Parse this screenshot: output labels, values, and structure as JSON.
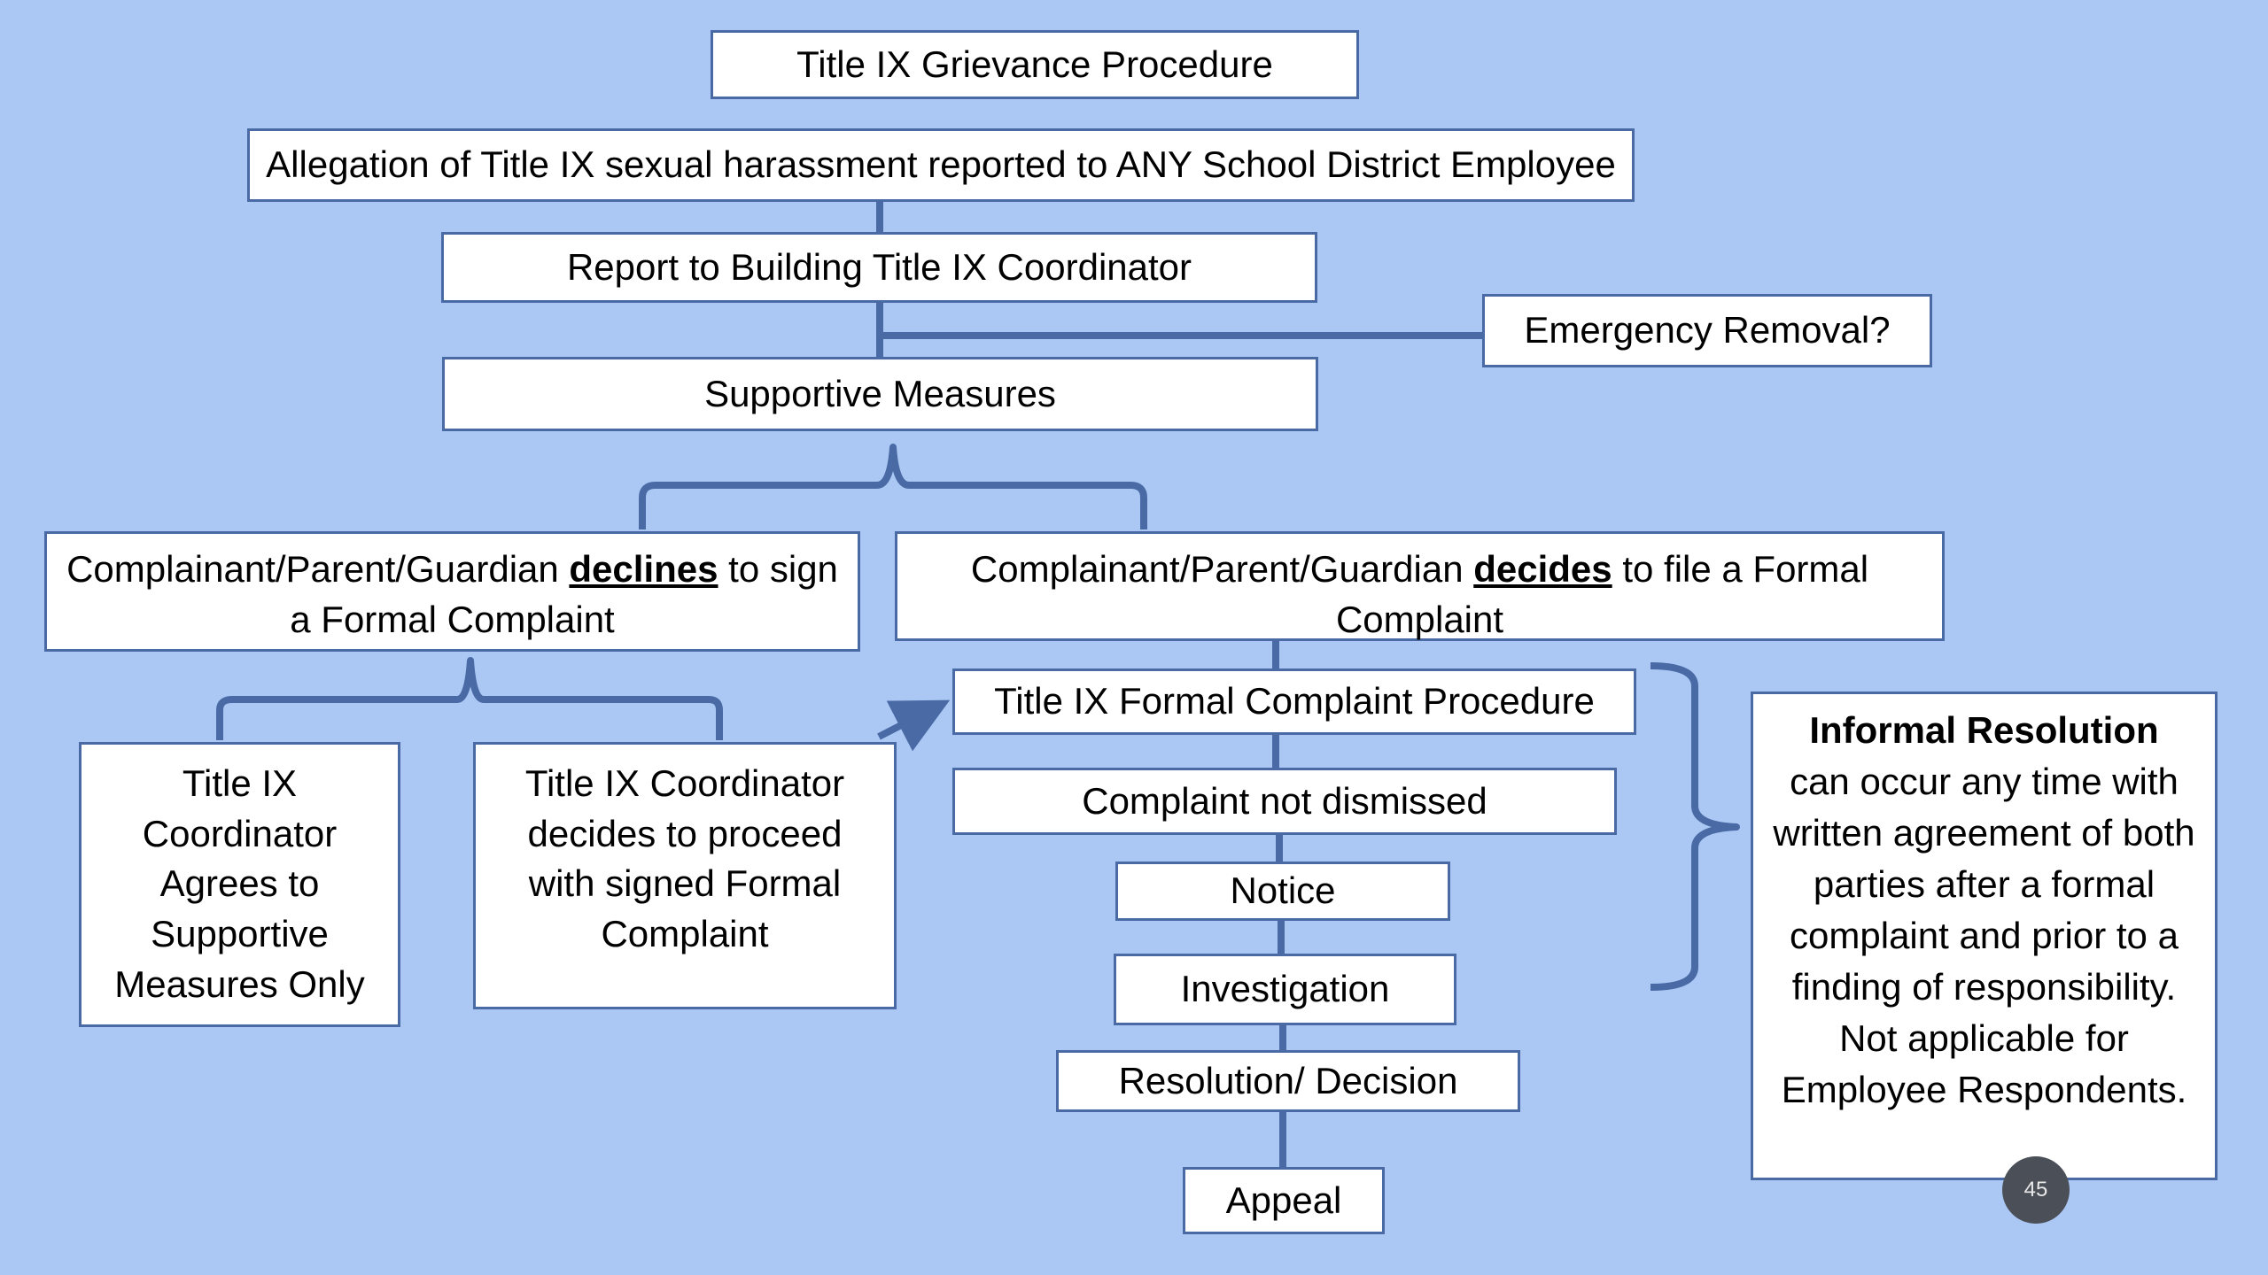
{
  "diagram": {
    "title": "Title IX Grievance Procedure",
    "allegation": "Allegation of Title IX sexual harassment reported to ANY School District Employee",
    "report": "Report to Building Title IX Coordinator",
    "emergency_removal": "Emergency Removal?",
    "supportive_measures": "Supportive Measures",
    "declines_branch": {
      "prefix": "Complainant/Parent/Guardian ",
      "keyword": "declines",
      "suffix": " to sign a Formal Complaint"
    },
    "decides_branch": {
      "prefix": "Complainant/Parent/Guardian ",
      "keyword": "decides",
      "suffix": " to file a Formal Complaint"
    },
    "coordinator_agrees": "Title IX Coordinator Agrees to Supportive Measures Only",
    "coordinator_proceeds": "Title IX Coordinator decides to proceed with signed Formal Complaint",
    "formal_procedure": "Title IX Formal Complaint Procedure",
    "not_dismissed": "Complaint not dismissed",
    "notice": "Notice",
    "investigation": "Investigation",
    "resolution": "Resolution/ Decision",
    "appeal": "Appeal",
    "informal_resolution": {
      "heading": "Informal Resolution",
      "body": "can occur any time with written agreement of both parties after a formal complaint and prior to a finding of responsibility. Not applicable for Employee Respondents."
    }
  },
  "slide_number": "45",
  "colors": {
    "background": "#abc8f5",
    "connector": "#4a6aa5",
    "box_fill": "#ffffff"
  }
}
